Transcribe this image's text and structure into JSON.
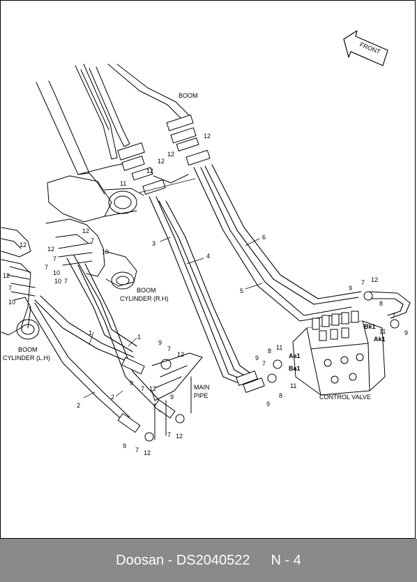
{
  "footer": {
    "brand_code": "Doosan - DS2040522",
    "page": "N - 4"
  },
  "arrow_label": "FRONT",
  "labels": {
    "boom": "BOOM",
    "boom_cyl_rh_1": "BOOM",
    "boom_cyl_rh_2": "CYLINDER (R.H)",
    "boom_cyl_lh_1": "BOOM",
    "boom_cyl_lh_2": "CYLINDER (L.H)",
    "main_pipe_1": "MAIN",
    "main_pipe_2": "PIPE",
    "control_valve": "CONTROL VALVE",
    "bk1": "Bk1",
    "ak1": "Ak1",
    "aa1": "Aa1",
    "ba1": "Ba1"
  },
  "part_numbers": {
    "n1": "1",
    "n2": "2",
    "n3": "3",
    "n4": "4",
    "n5": "5",
    "n6": "6",
    "n7": "7",
    "n8": "8",
    "n9": "9",
    "n10": "10",
    "n11": "11",
    "n12": "12"
  }
}
